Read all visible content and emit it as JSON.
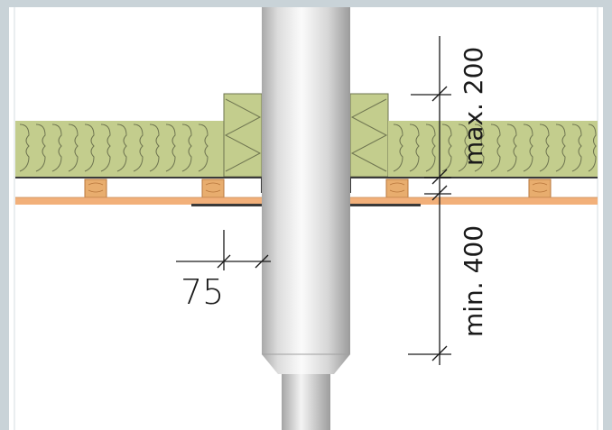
{
  "colors": {
    "frame": "#c9d3d8",
    "insulation": "#c3cd8d",
    "insulation_line": "#6e7450",
    "wood": "#e8ad6e",
    "wood_dark": "#b8773c",
    "board": "#f2b07a",
    "pipe_light": "#f5f5f5",
    "pipe_mid": "#d2d2d2",
    "pipe_dark": "#9a9a9a",
    "membrane": "#3a3a3a"
  },
  "dimensions": {
    "overlap": "75",
    "max_height": "max. 200",
    "min_height": "min. 400"
  }
}
